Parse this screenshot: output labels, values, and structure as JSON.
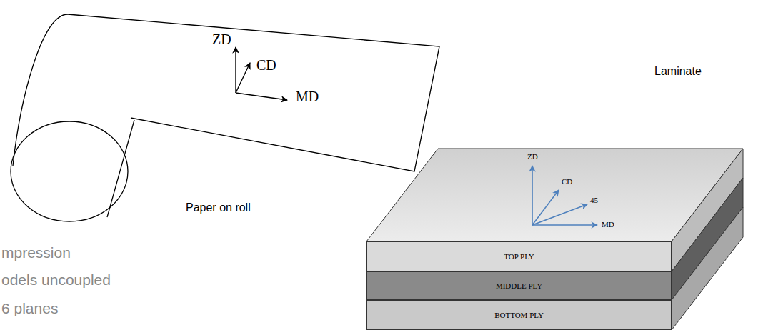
{
  "diagram": {
    "nodes": [
      {
        "text": [
          "TOP PLY"
        ]
      },
      {
        "text": [
          "MIDDLE PLY"
        ]
      },
      {
        "text": [
          "BOTTOM PLY"
        ]
      }
    ],
    "labels": [
      "ZD",
      "CD",
      "MD",
      "Paper on roll",
      "Laminate",
      "ZD",
      "CD",
      "45",
      "MD",
      "mpression",
      "odels uncoupled",
      "6 planes"
    ]
  }
}
